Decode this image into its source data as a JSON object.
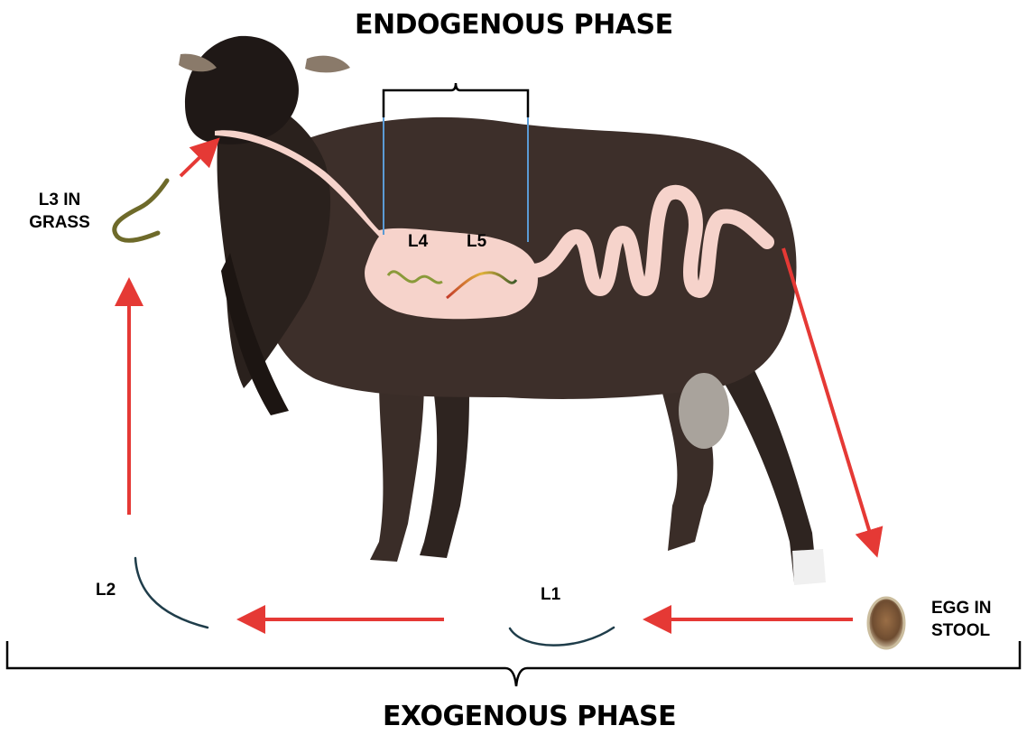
{
  "phases": {
    "endogenous": "ENDOGENOUS PHASE",
    "exogenous": "EXOGENOUS PHASE"
  },
  "stages": {
    "l3_line1": "L3 IN",
    "l3_line2": "GRASS",
    "l4": "L4",
    "l5": "L5",
    "l2": "L2",
    "l1": "L1",
    "egg_line1": "EGG IN",
    "egg_line2": "STOOL"
  },
  "colors": {
    "arrow": "#e53935",
    "sheep_body": "#3d2f2a",
    "sheep_head": "#1f1816",
    "gut": "#f6d3cb",
    "bracket_line": "#5b9bd5",
    "larva_green": "#8a9a3a",
    "larva_dark": "#1f3d4a",
    "egg": "#7a5a3a"
  }
}
